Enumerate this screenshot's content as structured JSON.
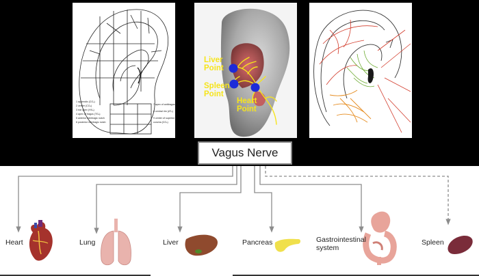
{
  "vagus_label": "Vagus Nerve",
  "ear_point_labels": {
    "liver": "Liver\nPoint",
    "spleen": "Spleen\nPoint",
    "heart": "Heart\nPoint"
  },
  "organs": [
    {
      "key": "heart",
      "label": "Heart",
      "color": "#a5322c"
    },
    {
      "key": "lung",
      "label": "Lung",
      "color": "#e9b3ad"
    },
    {
      "key": "liver",
      "label": "Liver",
      "color": "#8f4a2e"
    },
    {
      "key": "pancreas",
      "label": "Pancreas",
      "color": "#f0e04c"
    },
    {
      "key": "gi",
      "label": "Gastrointestinal\nsystem",
      "color": "#e8a49a"
    },
    {
      "key": "spleen",
      "label": "Spleen",
      "color": "#7a2c3a"
    }
  ],
  "colors": {
    "background_top": "#000000",
    "arrow": "#8c8c8c",
    "ear_point": "#1d2bd8",
    "ear_label": "#f6e41b",
    "nerve_red": "#d23a2a",
    "nerve_green": "#6aa92e",
    "nerve_orange": "#e58a1c"
  }
}
